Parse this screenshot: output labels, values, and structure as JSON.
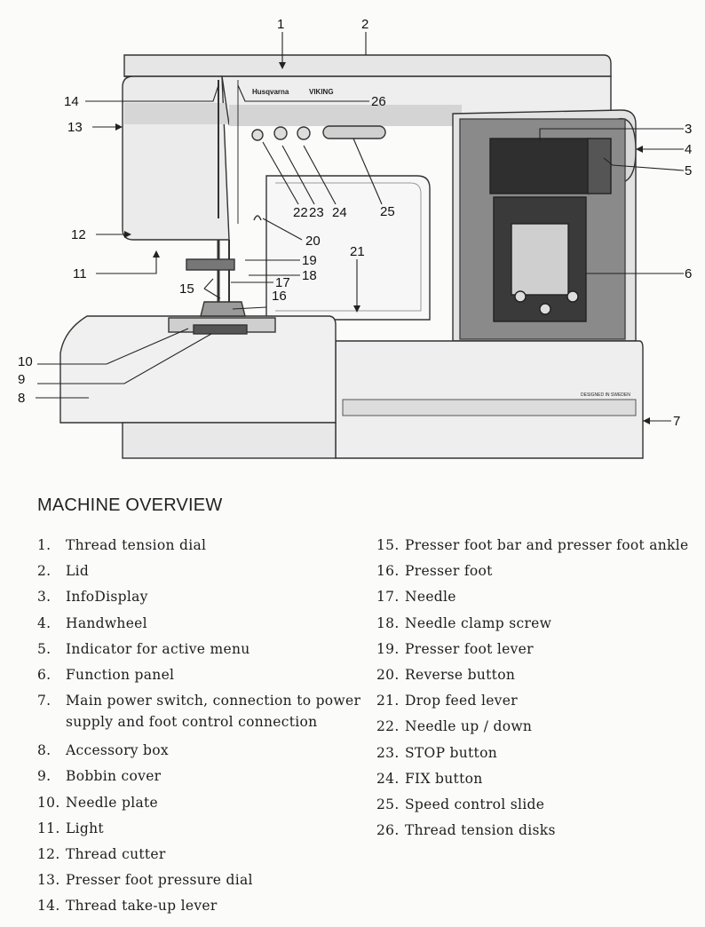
{
  "diagram": {
    "brand": "Husqvarna",
    "model": "VIKING",
    "designed_in": "DESIGNED IN SWEDEN",
    "callouts": [
      "1",
      "2",
      "3",
      "4",
      "5",
      "6",
      "7",
      "8",
      "9",
      "10",
      "11",
      "12",
      "13",
      "14",
      "15",
      "16",
      "17",
      "18",
      "19",
      "20",
      "21",
      "22",
      "23",
      "24",
      "25",
      "26"
    ]
  },
  "section_title": "MACHINE OVERVIEW",
  "parts_left": [
    {
      "num": "1.",
      "label": "Thread tension dial"
    },
    {
      "num": "2.",
      "label": "Lid"
    },
    {
      "num": "3.",
      "label": "InfoDisplay"
    },
    {
      "num": "4.",
      "label": "Handwheel"
    },
    {
      "num": "5.",
      "label": "Indicator for active menu"
    },
    {
      "num": "6.",
      "label": "Function panel"
    },
    {
      "num": "7.",
      "label": "Main power switch, connection to power supply and foot control connection"
    },
    {
      "num": "8.",
      "label": "Accessory box"
    },
    {
      "num": "9.",
      "label": "Bobbin cover"
    },
    {
      "num": "10.",
      "label": "Needle plate"
    },
    {
      "num": "11.",
      "label": "Light"
    },
    {
      "num": "12.",
      "label": "Thread cutter"
    },
    {
      "num": "13.",
      "label": "Presser foot pressure dial"
    },
    {
      "num": "14.",
      "label": "Thread take-up lever"
    }
  ],
  "parts_right": [
    {
      "num": "15.",
      "label": "Presser foot bar and presser foot ankle"
    },
    {
      "num": "16.",
      "label": "Presser foot"
    },
    {
      "num": "17.",
      "label": "Needle"
    },
    {
      "num": "18.",
      "label": "Needle clamp screw"
    },
    {
      "num": "19.",
      "label": "Presser foot lever"
    },
    {
      "num": "20.",
      "label": "Reverse button"
    },
    {
      "num": "21.",
      "label": "Drop feed lever"
    },
    {
      "num": "22.",
      "label": "Needle up / down"
    },
    {
      "num": "23.",
      "label": "STOP button"
    },
    {
      "num": "24.",
      "label": "FIX button"
    },
    {
      "num": "25.",
      "label": "Speed control slide"
    },
    {
      "num": "26.",
      "label": "Thread tension disks"
    }
  ]
}
